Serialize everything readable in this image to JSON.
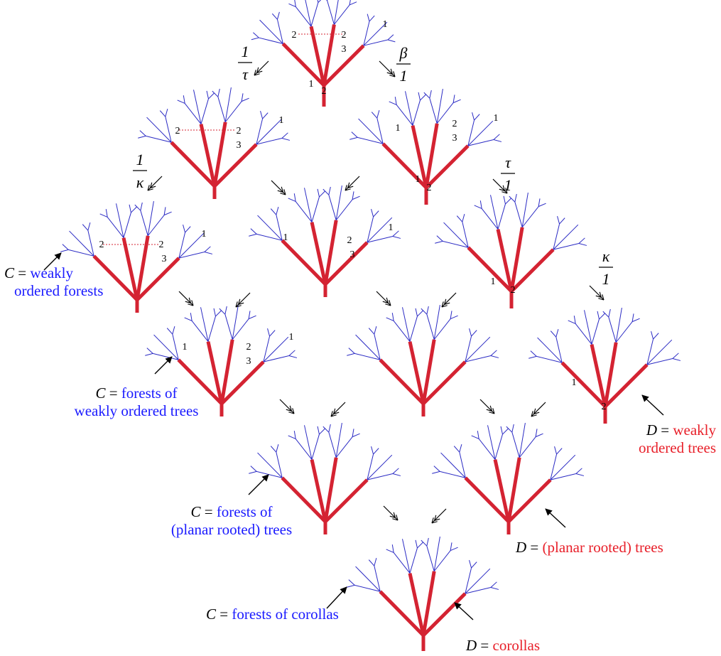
{
  "colors": {
    "blue": "#2b2bc4",
    "red": "#d42332",
    "black": "#000000",
    "blue_text": "#1a1aff",
    "red_text": "#e8202a"
  },
  "tree_labels": {
    "one": "1",
    "two": "2",
    "three": "3"
  },
  "fractions": {
    "one_over_tau": {
      "num": "1",
      "den": "τ"
    },
    "beta_over_one": {
      "num": "β",
      "den": "1"
    },
    "one_over_kappa": {
      "num": "1",
      "den": "κ"
    },
    "tau_over_one": {
      "num": "τ",
      "den": "1"
    },
    "kappa_over_one": {
      "num": "κ",
      "den": "1"
    }
  },
  "captions": {
    "c_weakly_ordered_forests": {
      "symbol": "C",
      "eq": " = ",
      "text_line1": "weakly",
      "text_line2": "ordered forests"
    },
    "c_forests_weakly_ordered_trees": {
      "symbol": "C",
      "eq": " = ",
      "text_line1": "forests of",
      "text_line2": "weakly ordered trees"
    },
    "d_weakly_ordered_trees": {
      "symbol": "D",
      "eq": " = ",
      "text_line1": "weakly",
      "text_line2": "ordered trees"
    },
    "c_forests_planar_rooted_trees": {
      "symbol": "C",
      "eq": " = ",
      "text_line1": "forests of",
      "text_line2": "(planar rooted) trees"
    },
    "d_planar_rooted_trees": {
      "symbol": "D",
      "eq": " = ",
      "text": "(planar rooted) trees"
    },
    "c_forests_of_corollas": {
      "symbol": "C",
      "eq": " = ",
      "text": "forests of corollas"
    },
    "d_corollas": {
      "symbol": "D",
      "eq": " = ",
      "text": "corollas"
    }
  }
}
